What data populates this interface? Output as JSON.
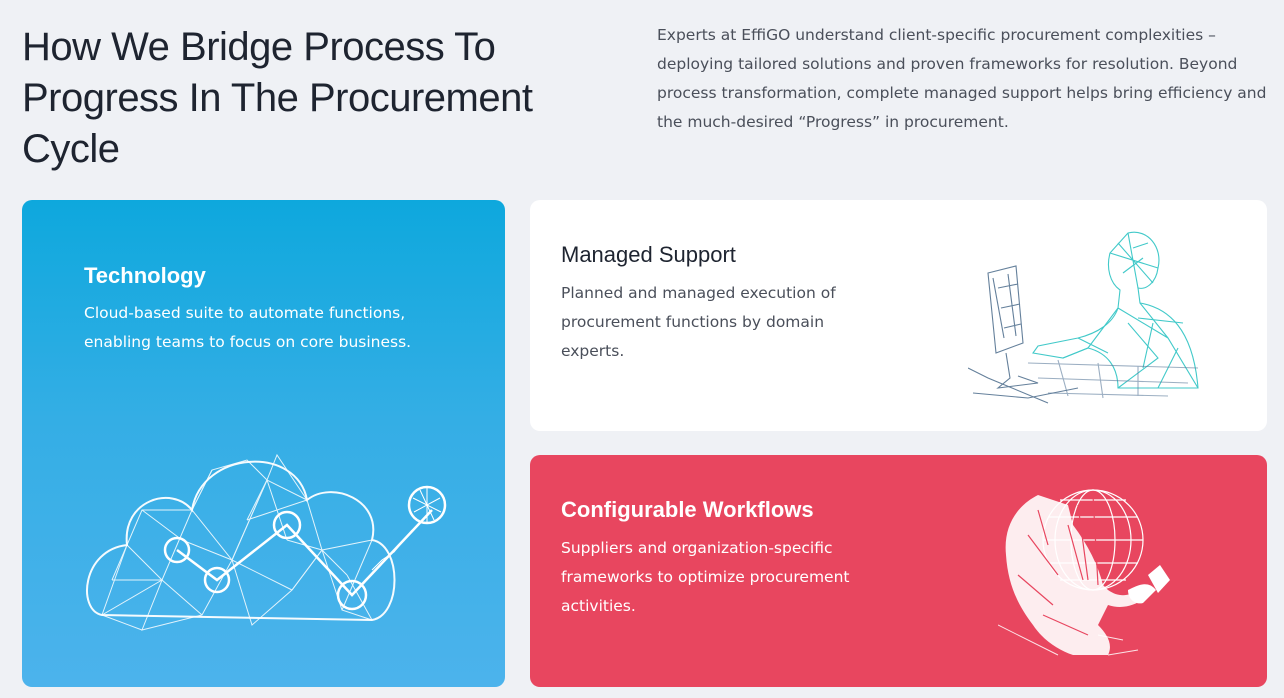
{
  "header": {
    "title": "How We Bridge Process To Progress In The Procurement Cycle",
    "intro": "Experts at EffiGO understand client-specific procurement complexities – deploying tailored solutions and proven frameworks for resolution. Beyond process transformation, complete managed support helps bring efficiency and the much-desired “Progress” in procurement."
  },
  "cards": [
    {
      "title": "Technology",
      "text": "Cloud-based suite to automate functions, enabling teams to focus on core business.",
      "illustration": "cloud-network-icon",
      "background": "#1aa9e1"
    },
    {
      "title": "Managed Support",
      "text": "Planned and managed execution of procurement functions by domain experts.",
      "illustration": "person-at-computer-icon",
      "background": "#ffffff"
    },
    {
      "title": "Configurable Workflows",
      "text": "Suppliers and organization-specific frameworks to optimize procurement activities.",
      "illustration": "person-with-globe-icon",
      "background": "#e8465f"
    }
  ]
}
